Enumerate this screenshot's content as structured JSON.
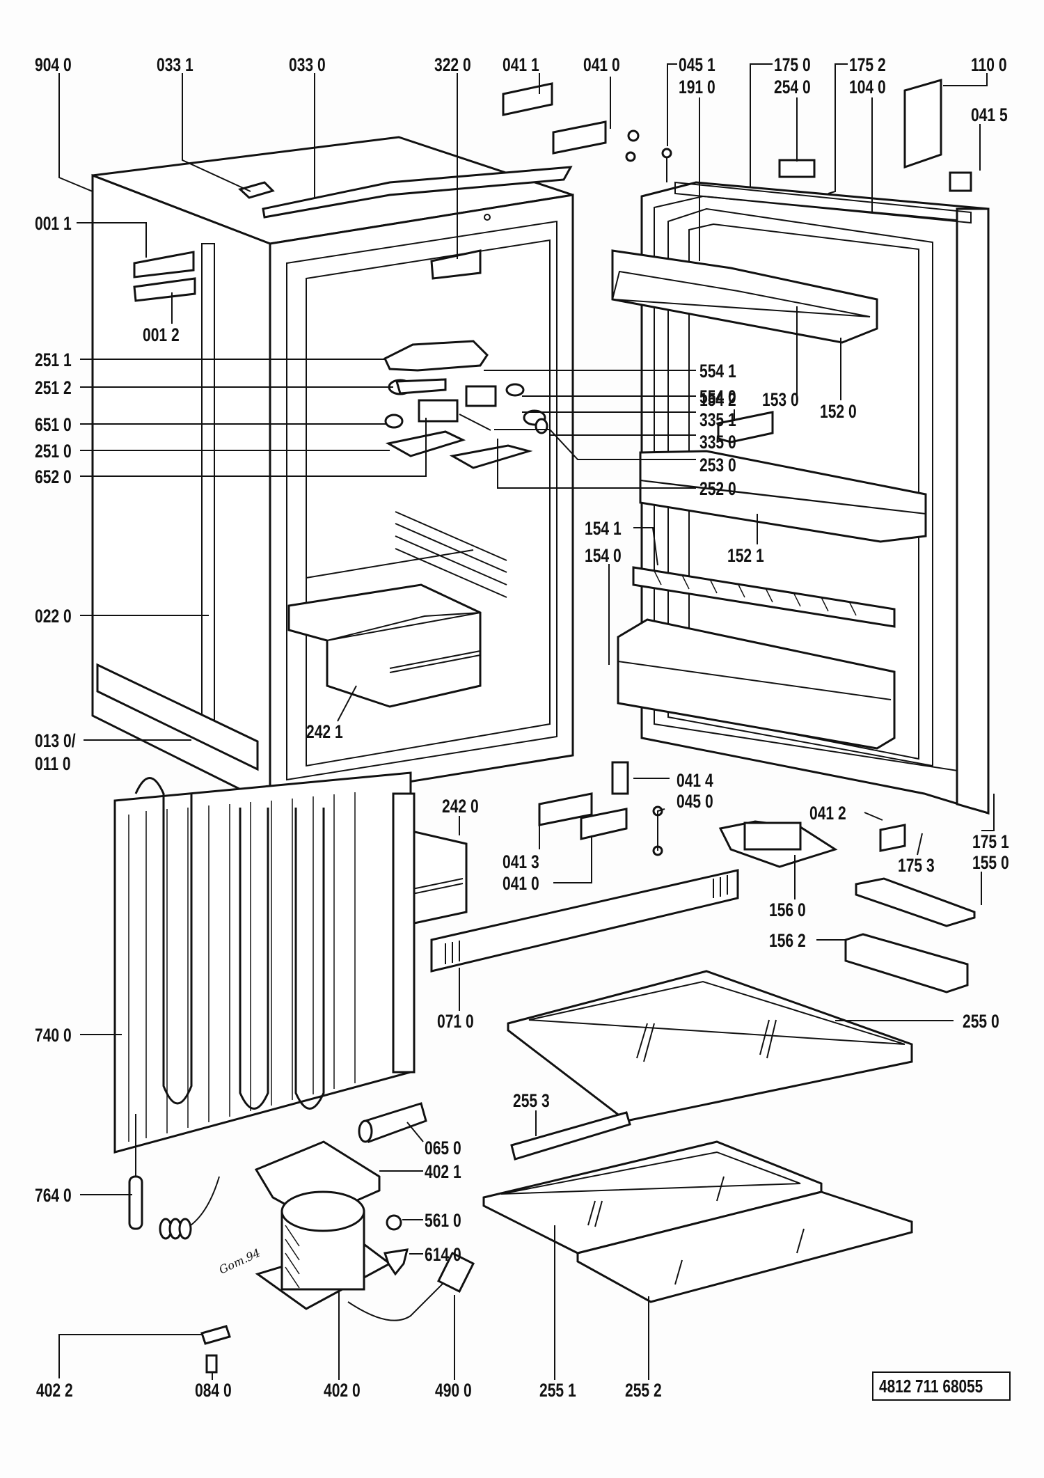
{
  "diagram": {
    "title": "Refrigerator exploded parts diagram",
    "document_id": "4812 711 68055",
    "handwritten_note": "Gom.94",
    "labels": {
      "l9040": "904 0",
      "l0331": "033 1",
      "l0330": "033 0",
      "l3220": "322 0",
      "l0411": "041 1",
      "l0410a": "041 0",
      "l0451": "045 1",
      "l1910": "191 0",
      "l1750": "175 0",
      "l2540": "254 0",
      "l1752": "175 2",
      "l1040": "104 0",
      "l1100": "110 0",
      "l0415": "041 5",
      "l0011": "001 1",
      "l0012": "001 2",
      "l2511": "251 1",
      "l2512": "251 2",
      "l6510": "651 0",
      "l2510": "251 0",
      "l6520": "652 0",
      "l5541": "554 1",
      "l5540": "554 0",
      "l3351": "335 1",
      "l3350": "335 0",
      "l2530": "253 0",
      "l2520": "252 0",
      "l1542": "154 2",
      "l1530": "153 0",
      "l1520": "152 0",
      "l1521": "152 1",
      "l1541": "154 1",
      "l1540": "154 0",
      "l0220": "022 0",
      "l2421": "242 1",
      "l0130": "013 0/",
      "l0110": "011 0",
      "l2420": "242 0",
      "l0414": "041 4",
      "l0450": "045 0",
      "l0413": "041 3",
      "l0410b": "041 0",
      "l0412": "041 2",
      "l1753": "175 3",
      "l1751": "175 1",
      "l1550": "155 0",
      "l1560": "156 0",
      "l1562": "156 2",
      "l0710": "071 0",
      "l2550": "255 0",
      "l7400": "740 0",
      "l2553": "255 3",
      "l0650": "065 0",
      "l4021": "402 1",
      "l7640": "764 0",
      "l5610": "561 0",
      "l6140": "614 0",
      "l4022": "402 2",
      "l0840": "084 0",
      "l4020": "402 0",
      "l4900": "490 0",
      "l2551": "255 1",
      "l2552": "255 2"
    }
  }
}
